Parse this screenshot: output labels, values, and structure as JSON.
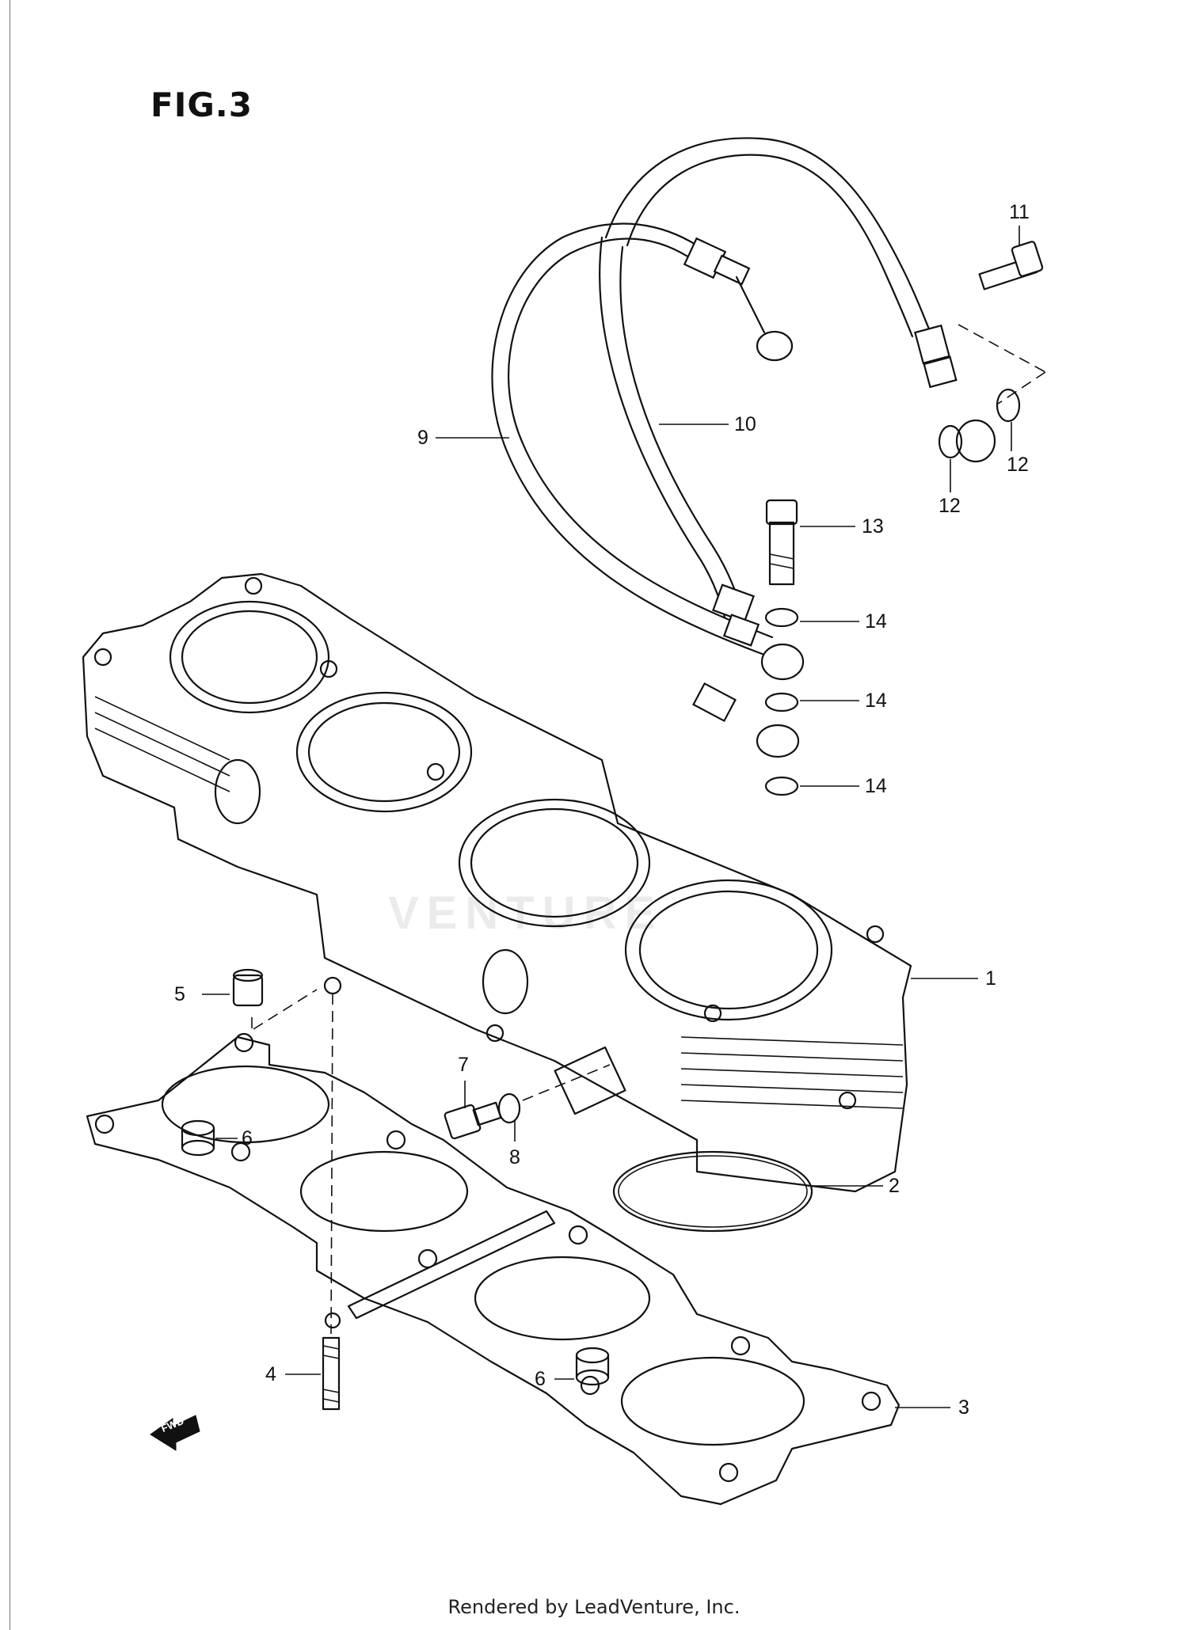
{
  "figure": {
    "title": "FIG.3"
  },
  "footer": {
    "text": "Rendered by LeadVenture, Inc."
  },
  "callouts": [
    {
      "id": "1",
      "label": "1"
    },
    {
      "id": "2",
      "label": "2"
    },
    {
      "id": "3",
      "label": "3"
    },
    {
      "id": "4",
      "label": "4"
    },
    {
      "id": "5",
      "label": "5"
    },
    {
      "id": "6a",
      "label": "6"
    },
    {
      "id": "6b",
      "label": "6"
    },
    {
      "id": "7",
      "label": "7"
    },
    {
      "id": "8",
      "label": "8"
    },
    {
      "id": "9",
      "label": "9"
    },
    {
      "id": "10",
      "label": "10"
    },
    {
      "id": "11",
      "label": "11"
    },
    {
      "id": "12a",
      "label": "12"
    },
    {
      "id": "12b",
      "label": "12"
    },
    {
      "id": "13",
      "label": "13"
    },
    {
      "id": "14a",
      "label": "14"
    },
    {
      "id": "14b",
      "label": "14"
    },
    {
      "id": "14c",
      "label": "14"
    }
  ],
  "fwd_badge": {
    "text": "FWD"
  },
  "watermark": {
    "text": "VENTURE"
  }
}
